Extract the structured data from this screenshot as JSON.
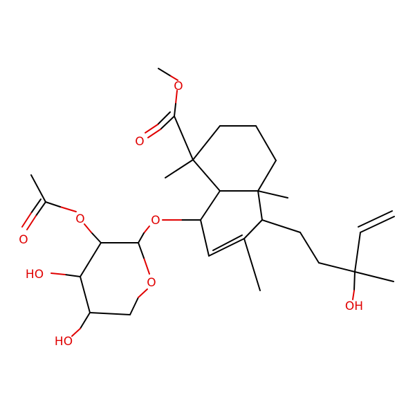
{
  "molecule": {
    "atom_labels": {
      "ester_o_methyl": "O",
      "ester_o_carbonyl": "O",
      "acetyl_o_carbonyl": "O",
      "acetyl_o_ester": "O",
      "glycosidic_o": "O",
      "ring_o": "O",
      "hydroxyl_4": "HO",
      "hydroxyl_5": "HO",
      "hydroxyl_side": "OH"
    },
    "colors": {
      "bond": "#000000",
      "heteroatom_oxygen": "#e00000",
      "background": "#ffffff"
    }
  }
}
